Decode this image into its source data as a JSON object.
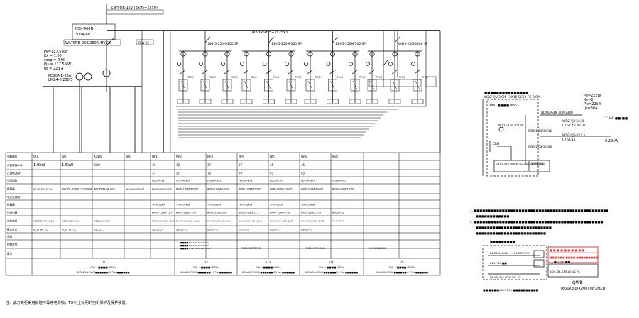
{
  "top_cable": "ZNH-YJE-1kV (3x95+2x50)",
  "main_breaker": [
    "NSX-400N",
    "300A/4P"
  ],
  "main_switch": "WATSNB-250/250A,4P(CB)",
  "busbar_note": "TMY-3x50x5+2x25x3",
  "left_note_box": "ZXW-52",
  "load_params": [
    "Pe=117.5 kW",
    "Kx = 1.00",
    "cosφ = 0.90",
    "Pjs = 117.5 kW",
    "Ijs = 223 A"
  ],
  "spd": [
    "PD20ME-25A",
    "LMZ4-0.250/5"
  ],
  "branch_breakers": [
    "BKH5-250M/200 3P",
    "BKH5-250M/200 3P",
    "BKH5-250M/200 3P",
    "BKH5-250M/200 3P"
  ],
  "contactor_label": "TH-YJ",
  "table": {
    "row_labels": [
      "回路编号",
      "设备容量(kW)",
      "计算电流(A)",
      "功率因数",
      "断路器",
      "电流互感器",
      "接触器",
      "热继电器",
      "出线电缆",
      "敷设方式",
      "用途",
      "控制说明",
      "备注"
    ],
    "columns": [
      {
        "id": "W1",
        "kw": "1.0kW",
        "bk": "BK245-63/1P C16",
        "cable": "WDZN-BYJ-1kV 3x2.5",
        "pipe": "SC15 WC CC"
      },
      {
        "id": "W2",
        "kw": "1.5kW",
        "bk": "BK245L-32/2P C20/0.03A",
        "cable": "WDZN-BYJ-1kV 3x4",
        "pipe": "SC20 WC CC"
      },
      {
        "id": "X2WB",
        "kw": "3kW",
        "bk": "BK245-63/3P D20",
        "cable": "WDZ-YJY-1kV 5x4",
        "pipe": "ZSC32 CT"
      },
      {
        "id": "W3",
        "kw": "—",
        "bk": "BK245-63/3P D25",
        "cable": "",
        "pipe": ""
      },
      {
        "id": "NP1",
        "kw": "30",
        "ijs": "57",
        "ct": "PD20M-3X1",
        "bk": "BKMI-100M/3300Z",
        "tr": "TH-YJ-32kW",
        "rl": "BKR1-53/83-125",
        "cable": "NH-YJV-1kV 3x25+2x16",
        "pipe": "ZSC50 CT"
      },
      {
        "id": "NP2",
        "kw": "30",
        "ijs": "57",
        "ct": "PD20M-3X1",
        "bk": "BKMI-100M/3300Z",
        "tr": "TH-YJ-32kW",
        "rl": "BKR1-53/83-125",
        "cable": "NH-YJV-1kV 3x25+2x16",
        "pipe": "ZSC50 CT"
      },
      {
        "id": "NP3",
        "kw": "37",
        "ijs": "70",
        "ct": "PD20M-3X1",
        "bk": "BKMI-100M/3300Z",
        "tr": "TH-YJ-32kW",
        "rl": "BKR1-53/83-125",
        "cable": "NH-YJV-1kV 3x35+2x16",
        "pipe": "ZSC50 CT"
      },
      {
        "id": "NP4",
        "kw": "37",
        "ijs": "70",
        "ct": "PD20M-3X1",
        "bk": "BKMI-100M/3300Z",
        "tr": "TH-YJ-32kW",
        "rl": "BKR1-53/83-125",
        "cable": "NH-YJV-1kV 3x35+2x16",
        "pipe": "ZSC50 CT"
      },
      {
        "id": "NP5",
        "kw": "45",
        "ijs": "85",
        "ct": "PD20M-3X1",
        "bk": "BKMI-100M/3300Z",
        "tr": "TH-YJ-32kW",
        "rl": "BKR1-33H/55-70",
        "cable": "NH-YJV-1kV 3x50+2x25",
        "pipe": "ZSC65 CT"
      },
      {
        "id": "NP6",
        "kw": "45",
        "ijs": "85",
        "ct": "PD20M-3X1",
        "bk": "BKMI-100M/3300Z",
        "tr": "TH-YJ-32kW",
        "rl": "BKR1-33H/55-70",
        "cable": "NH-YJV-1kV 3x50+2x25",
        "pipe": "ZSC65 CT"
      },
      {
        "id": "备用",
        "kw": "",
        "ijs": "",
        "ct": "PD20M-3X1",
        "bk": "BKMI-100M/3300Z",
        "tr": "",
        "rl": "BKCS-F30",
        "cable": "TH-F4-37x4",
        "pipe": ""
      }
    ],
    "cabinets": [
      {
        "id": "D1",
        "spec": "GHL-I ■■■■ IP55+",
        "size": "800x600x2000(■■■■■■)10.2m ■■■■■■"
      },
      {
        "id": "D2",
        "spec": "GHL-I ■■■■ IP55+",
        "size": "800x600x2000(■■■■■■)10.2m ■■■■■■"
      },
      {
        "id": "D3",
        "spec": "GHL-I ■■■■ IP55+",
        "size": "800x600x2000(■■■■■■)10.2m ■■■■■■"
      },
      {
        "id": "D4",
        "spec": "GHL-I ■■■■ IP55+",
        "size": "800x600x2000(■■■■■■)10.2m ■■■■■■"
      },
      {
        "id": "D5",
        "spec": "GHL-I ■■■■ IP55+",
        "size": "800x600x2000(■■■■■■)10.2m ■■■■■■"
      }
    ],
    "control_notes": [
      "■■■■ NH-KVV 5x1.5mm²",
      "■■■■ NH-KVV 4x2.5mm²",
      "■■■■ 2xNH-KVV 5x1.5mm²",
      "YD2003-3 P27-30",
      "YD2003-3 P45-48",
      "0MX001BJ-102"
    ]
  },
  "footer_note": "注：此开关柜采用就地可靠停电防锁，TH-YJ上标明的电机保护及保护装置。",
  "right_panel": {
    "title": "■■■■■■■■■■■■■■■",
    "cable_main": "WDZ-YJV-3X35+2X16 SC50 FC-0.8M",
    "cabinet_label": "BPQ ■■■■ IP55+",
    "load": [
      "Pe=22kW",
      "Kx=1",
      "Pjs=22kW",
      "Ijs=38A"
    ],
    "breakers": [
      "NDM2-63M 40A/3340",
      "ND03-100 R50/4",
      "NDM1-63/1/C16",
      "NDM1-63/1/C20",
      "CBM",
      "Up≤2.5kV Ipeak=12.5kA (10/350μs)",
      "MG-15/4"
    ],
    "out_cable1": [
      "WDZ-YJY-5x10",
      "CT SC40 WC FC"
    ],
    "out_cable2": [
      "WDZ-YJY-3X2.5",
      "CT SC15"
    ],
    "out_load": [
      "11kW ■■-■■",
      "0.22kW"
    ],
    "notes": [
      "1. ■■■■■■■■■■■■■■■■■■■■■■■■■■■■■■■■■■■■■■■■■■■■■■■■",
      "■■■■■■■■■■■■",
      "2. ■■■■■■■■■■■■■■■■■■■■■■■■■■■■■■■■■■■■■■■■■■■■■■",
      "■■■■■■■■■■■■■■■■■■■■■■■■■■■",
      "■■■■■■■■■■■■■■■■■■■■■■■■■"
    ],
    "small_title": "■■■■■■■■■",
    "small_labels": [
      "NDM1-63/16A",
      "LC1-D09M7C",
      "DZ47-60 ■■",
      "NH-YJE-5x4 SC25 WC FC",
      "BKH-3X1.5-RC20 WC FC"
    ],
    "red_box": [
      "■ ■ ■ ■ ■ ■ ■ ■ ■ ■",
      "■■■ ■■■ ■■■■ ■■■■■■■■■"
    ],
    "qwb": "QWB",
    "qwb_size": "(600X800X200) (WXHXD)",
    "qwb_note": "■ 1.5m ■■",
    "bottom_note": "■■ ■■■■(DX-71-2) ■■■■■■■■■■"
  },
  "colors": {
    "line": "#000000",
    "red": "#e53935",
    "panel_bg": "#ffffff"
  }
}
